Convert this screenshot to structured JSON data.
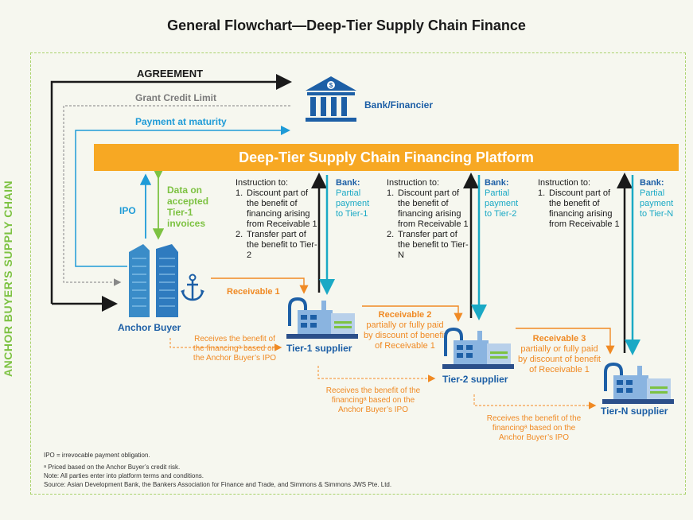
{
  "title": "General Flowchart—Deep-Tier Supply Chain Finance",
  "side_label": "ANCHOR BUYER'S SUPPLY CHAIN",
  "top_flows": {
    "agreement": "AGREEMENT",
    "grant_credit_limit": "Grant Credit Limit",
    "payment_at_maturity": "Payment at maturity"
  },
  "bank_label": "Bank/Financier",
  "platform_label": "Deep-Tier Supply Chain Financing Platform",
  "anchor": {
    "ipo": "IPO",
    "data_label": "Data on accepted Tier-1 invoices",
    "name": "Anchor Buyer"
  },
  "instructions": [
    {
      "heading": "Instruction to:",
      "items": [
        "Discount part of the benefit of financing arising from Receivable 1",
        "Transfer part of the benefit to Tier-2"
      ],
      "markers": [
        "1.",
        "2."
      ]
    },
    {
      "heading": "Instruction to:",
      "items": [
        "Discount part of the benefit of financing arising from Receivable 1",
        "Transfer part of the benefit to Tier-N"
      ],
      "markers": [
        "1.",
        "2."
      ]
    },
    {
      "heading": "Instruction to:",
      "items": [
        "Discount part of the benefit of financing arising from Receivable 1"
      ],
      "markers": [
        "1."
      ]
    }
  ],
  "bank_payments": [
    {
      "bank": "Bank:",
      "text": "Partial payment to Tier-1"
    },
    {
      "bank": "Bank:",
      "text": "Partial payment to Tier-2"
    },
    {
      "bank": "Bank:",
      "text": "Partial payment to Tier-N"
    }
  ],
  "receivables": [
    {
      "title": "Receivable 1",
      "text": ""
    },
    {
      "title": "Receivable 2",
      "text": "partially or fully paid by discount of benefit of Receivable 1"
    },
    {
      "title": "Receivable 3",
      "text": "partially or fully paid by discount of benefit of Receivable 1"
    }
  ],
  "suppliers": [
    "Tier-1 supplier",
    "Tier-2 supplier",
    "Tier-N supplier"
  ],
  "benefits": [
    "Receives the benefit of the financingᵃ based on the Anchor Buyer’s IPO",
    "Receives the benefit of the financingᵃ based on the Anchor Buyer’s IPO",
    "Receives the benefit of the financingᵃ based on the Anchor Buyer’s IPO"
  ],
  "footnotes": [
    "IPO = irrevocable payment obligation.",
    "ᵃ Priced based on the Anchor Buyer’s credit risk.",
    "Note: All parties enter into platform terms and conditions.",
    "Source: Asian Development Bank, the Bankers Association for Finance and Trade, and Simmons & Simmons JWS Pte. Ltd."
  ],
  "colors": {
    "platform": "#f7a823",
    "bank_blue": "#1d5fa6",
    "payment_teal": "#1aa9c5",
    "receivable_orange": "#f08a24",
    "supply_chain_green": "#7dc242"
  }
}
